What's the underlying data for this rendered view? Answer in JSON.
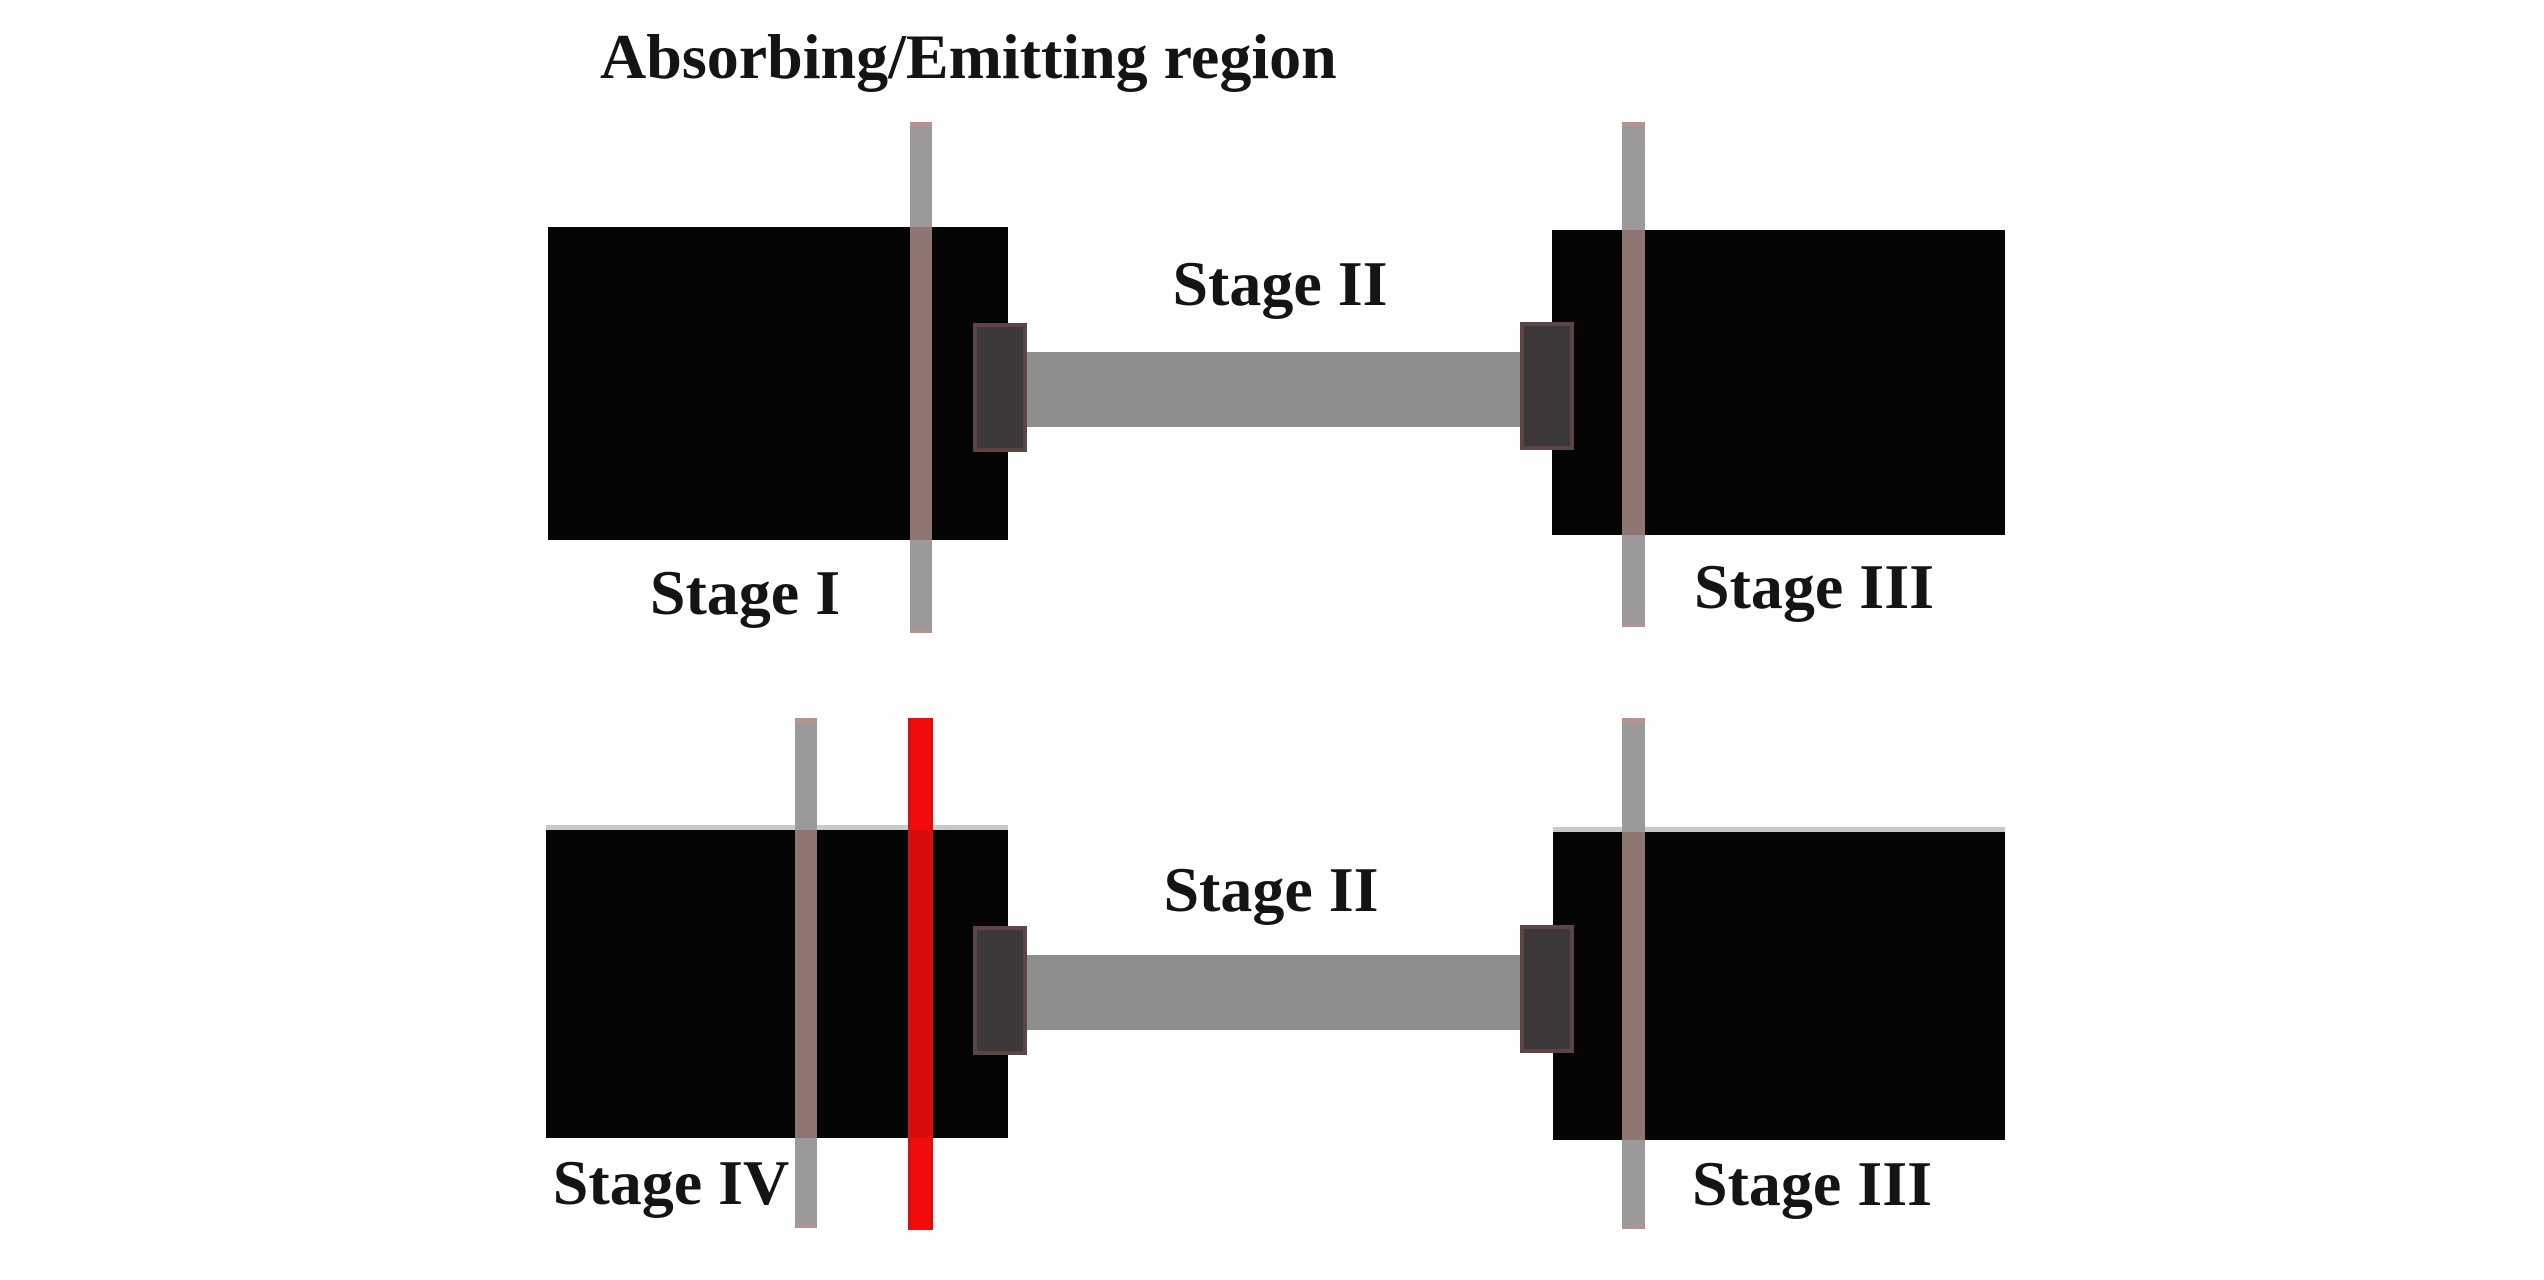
{
  "colors": {
    "background": "#ffffff",
    "black": "#050505",
    "hbar": "#8e8e8c",
    "vbar": "#9c999a",
    "vbar_tint": "#8f7673",
    "red": "#f20c0c",
    "red_edge": "#d80f0f",
    "flange_fill": "#3c3839",
    "flange_border": "#5f4445",
    "highlight": "#c9c9c9",
    "cap_pink": "#b7928f",
    "text": "#141414"
  },
  "top_diagram": {
    "annotation": "Absorbing/Emitting region",
    "stage_left": "Stage I",
    "stage_middle": "Stage II",
    "stage_right": "Stage III"
  },
  "bottom_diagram": {
    "stage_left": "Stage IV",
    "stage_middle": "Stage II",
    "stage_right": "Stage III"
  }
}
